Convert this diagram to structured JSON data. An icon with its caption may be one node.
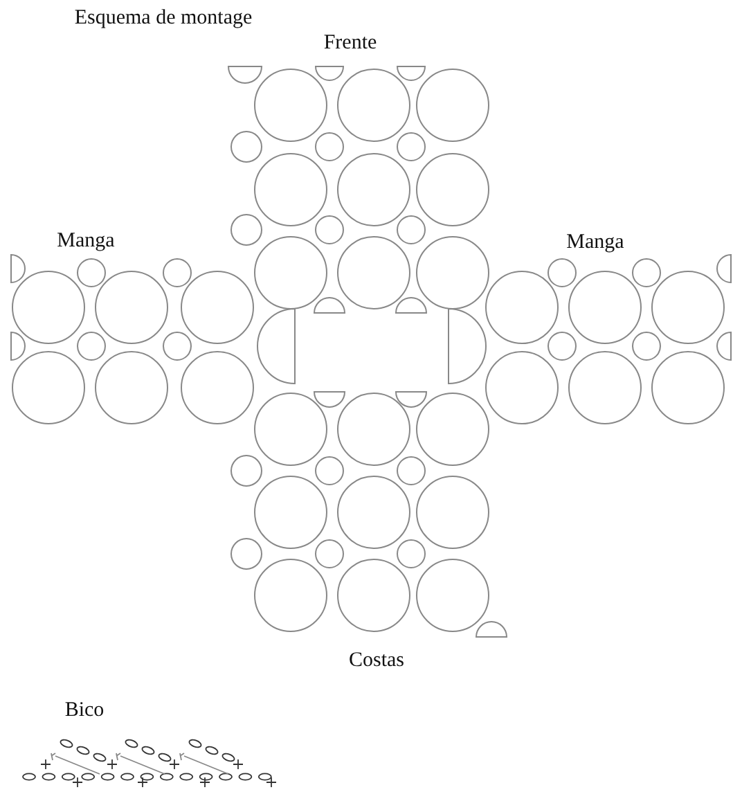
{
  "diagram": {
    "title": "Esquema de montage",
    "labels": [
      "Frente",
      "Manga",
      "Manga",
      "Costas",
      "Bico"
    ]
  }
}
